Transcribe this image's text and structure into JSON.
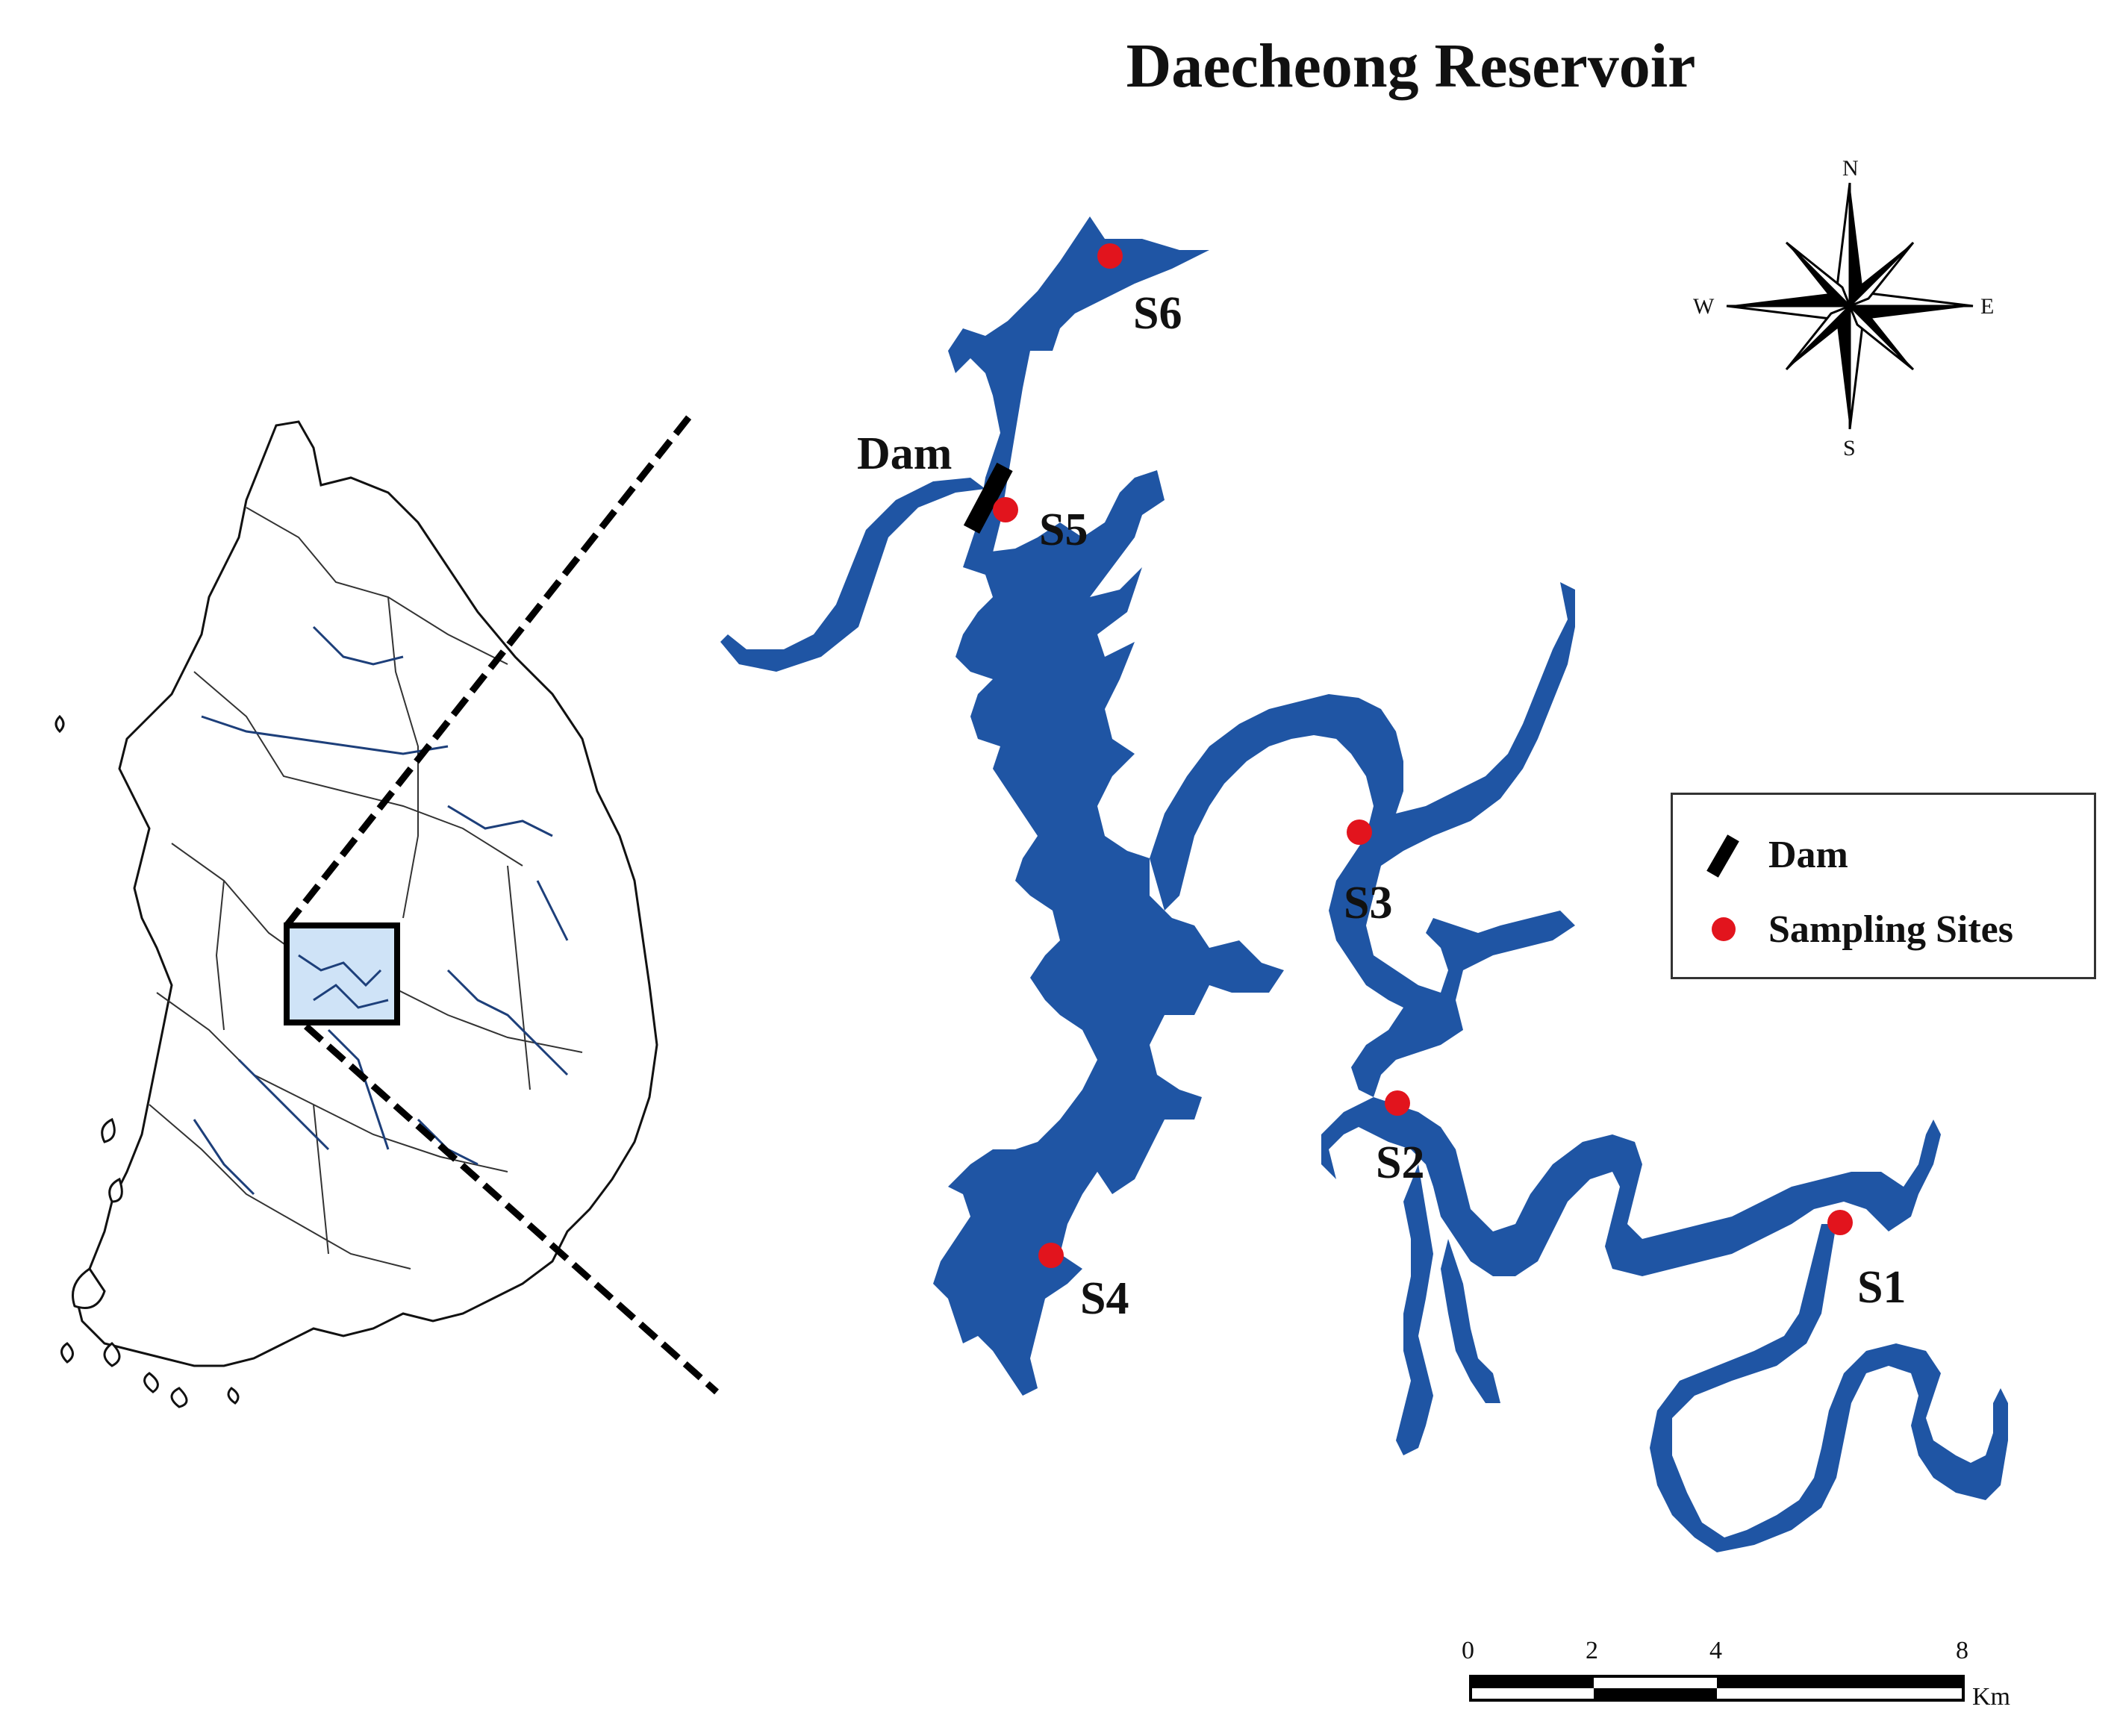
{
  "title": "Daecheong Reservoir",
  "colors": {
    "water": "#1f55a4",
    "site": "#e2141d",
    "inset_highlight": "#cfe3f7",
    "river_lines": "#1d3f7a"
  },
  "sites": [
    {
      "id": "S6",
      "label": "S6"
    },
    {
      "id": "S5",
      "label": "S5"
    },
    {
      "id": "S4",
      "label": "S4"
    },
    {
      "id": "S3",
      "label": "S3"
    },
    {
      "id": "S2",
      "label": "S2"
    },
    {
      "id": "S1",
      "label": "S1"
    }
  ],
  "dam_label": "Dam",
  "compass": {
    "n": "N",
    "s": "S",
    "e": "E",
    "w": "W"
  },
  "legend": {
    "dam": "Dam",
    "sites": "Sampling Sites"
  },
  "scale_bar": {
    "ticks": [
      "0",
      "2",
      "4",
      "8"
    ],
    "unit": "Km"
  }
}
